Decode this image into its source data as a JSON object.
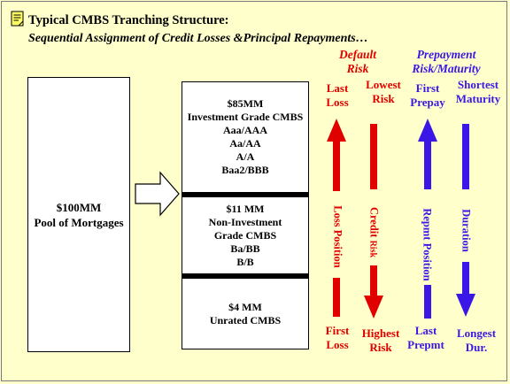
{
  "title": "Typical CMBS Tranching Structure:",
  "subtitle": "Sequential Assignment of Credit Losses &Principal Repayments…",
  "headers": {
    "default_risk": [
      "Default",
      "Risk"
    ],
    "prepayment_risk": [
      "Prepayment",
      "Risk/Maturity"
    ]
  },
  "pool": [
    "$100MM",
    "Pool of Mortgages"
  ],
  "tranches": [
    {
      "lines": [
        "$85MM",
        "Investment Grade CMBS",
        "Aaa/AAA",
        "Aa/AA",
        "A/A",
        "Baa2/BBB"
      ]
    },
    {
      "lines": [
        "$11 MM",
        "Non-Investment",
        "Grade CMBS",
        "Ba/BB",
        "B/B"
      ]
    },
    {
      "lines": [
        "$4 MM",
        "Unrated CMBS"
      ]
    }
  ],
  "columns": {
    "loss_position": {
      "top": [
        "Last",
        "Loss"
      ],
      "label": "Loss Position",
      "bottom": [
        "First",
        "Loss"
      ],
      "color": "#e00000"
    },
    "credit_risk": {
      "top": [
        "Lowest",
        "Risk"
      ],
      "label_main": "Credit ",
      "label_small": "Risk",
      "bottom": [
        "Highest",
        "Risk"
      ],
      "color": "#e00000"
    },
    "repmt_position": {
      "top": [
        "First",
        "Prepay"
      ],
      "label": "Repmt Position",
      "bottom": [
        "Last",
        "Prepmt"
      ],
      "color": "#3a17e6"
    },
    "duration": {
      "top": [
        "Shortest",
        "Maturity"
      ],
      "label": "Duration",
      "bottom": [
        "Longest",
        "Dur."
      ],
      "color": "#3a17e6"
    }
  },
  "colors": {
    "background": "#ffffcc",
    "red": "#e00000",
    "blue": "#3a17e6"
  },
  "icons": {
    "title_icon": "note-icon",
    "flow_arrow": "right-arrow-icon"
  }
}
